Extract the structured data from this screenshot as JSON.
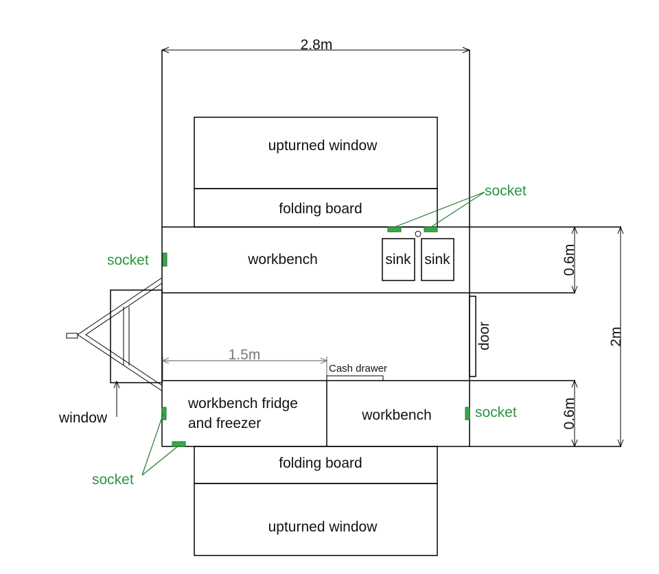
{
  "dimensions": {
    "width_top": "2.8m",
    "section_left": "1.5m",
    "total_right": "2m",
    "depth_upper": "0.6m",
    "depth_lower": "0.6m"
  },
  "labels": {
    "upturned_window_top": "upturned window",
    "folding_board_top": "folding board",
    "workbench_top": "workbench",
    "sink_1": "sink",
    "sink_2": "sink",
    "door": "door",
    "cash_drawer": "Cash drawer",
    "fridge_line1": "workbench fridge",
    "fridge_line2": "and freezer",
    "workbench_bottom": "workbench",
    "folding_board_bottom": "folding board",
    "upturned_window_bottom": "upturned window",
    "window": "window"
  },
  "sockets": {
    "top_right": "socket",
    "left_upper": "socket",
    "right_lower": "socket",
    "bottom_left": "socket"
  },
  "colors": {
    "socket_fill": "#3aa84a",
    "socket_text": "#2a9440",
    "dimension_gray": "#777777"
  }
}
